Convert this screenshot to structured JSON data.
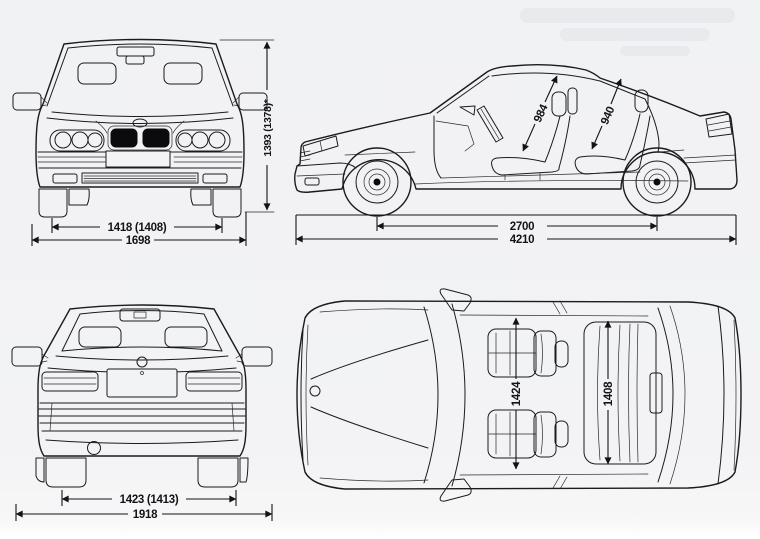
{
  "colors": {
    "paper": "#f2f3f5",
    "ink": "#1b1b1d"
  },
  "views": {
    "front": {
      "height": "1393 (1378)*",
      "track": "1418 (1408)",
      "width": "1698"
    },
    "side": {
      "headroom_front": "984",
      "headroom_rear": "940",
      "wheelbase": "2700",
      "length": "4210"
    },
    "rear": {
      "track": "1423 (1413)",
      "width_mirrors": "1918"
    },
    "top": {
      "cabin_width_front": "1424",
      "cabin_width_rear": "1408"
    }
  }
}
